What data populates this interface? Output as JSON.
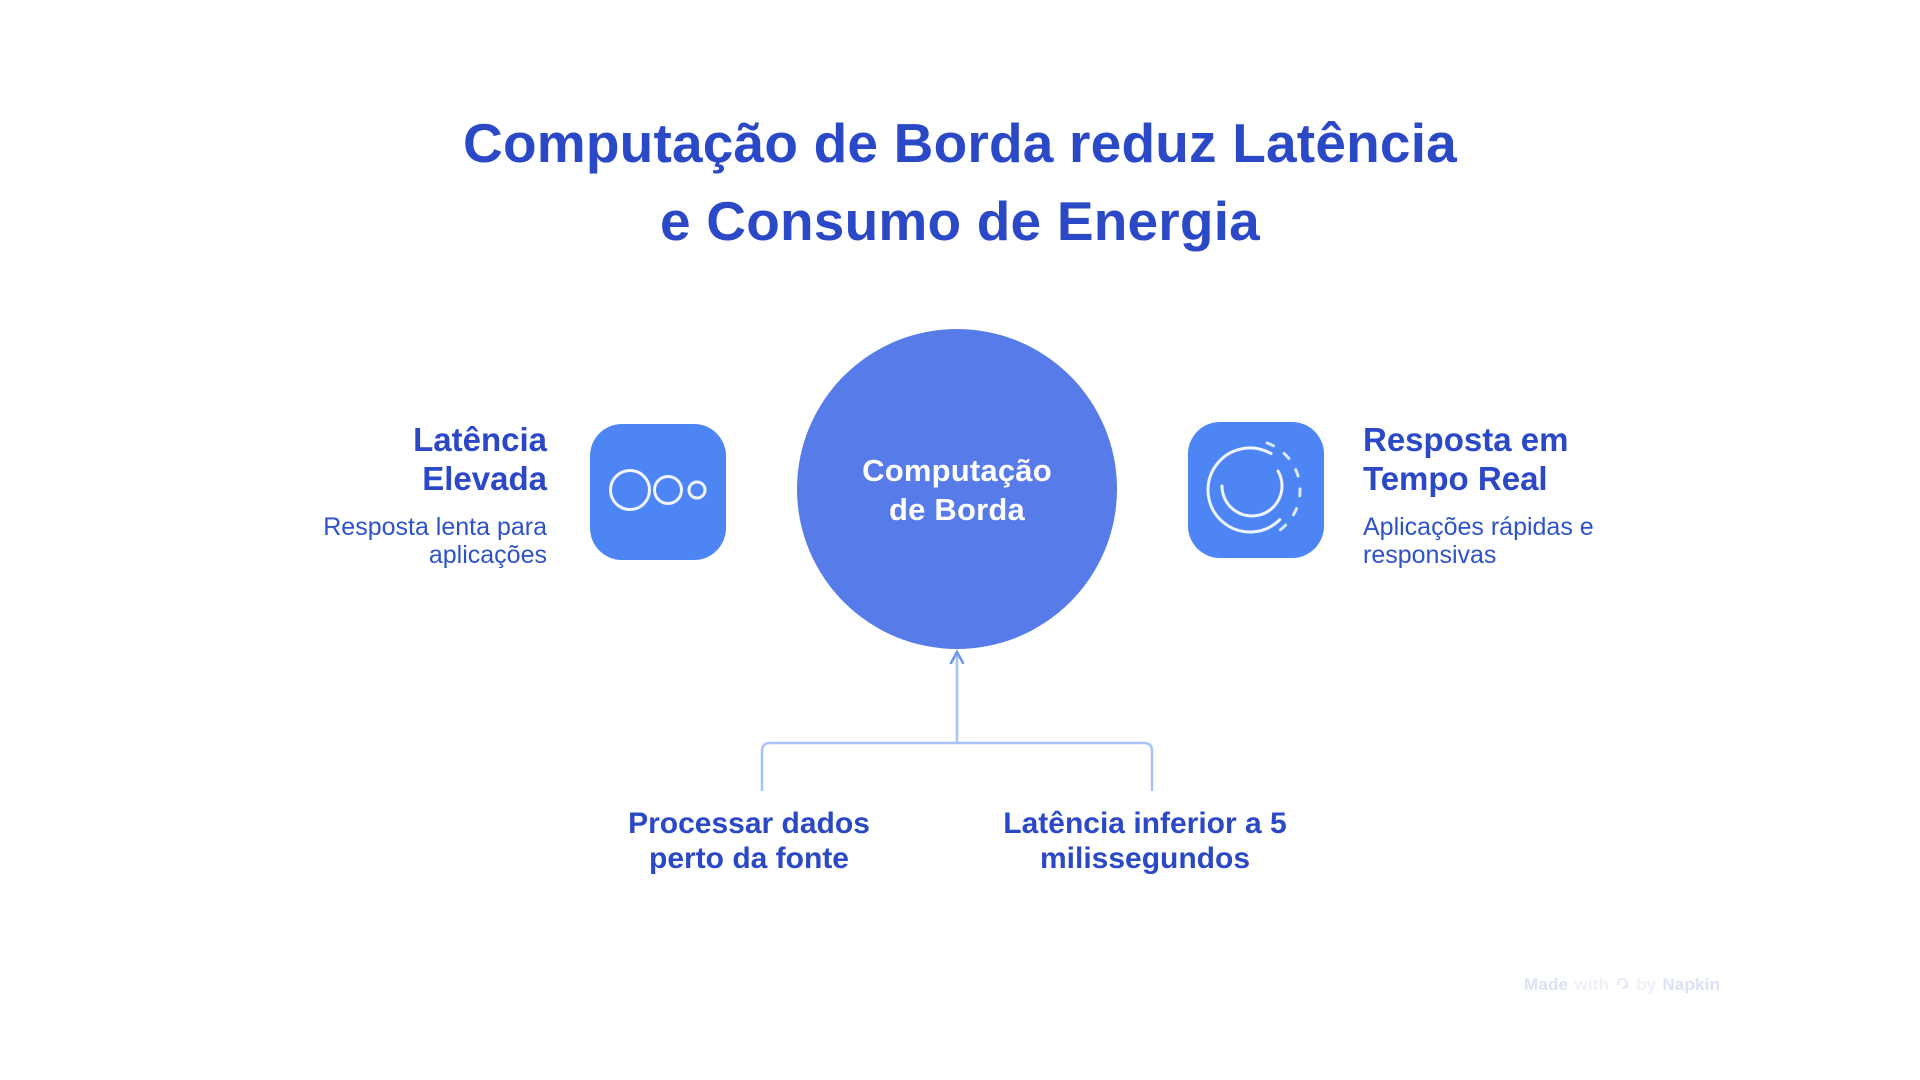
{
  "title": {
    "line1": "Computação de Borda reduz Latência",
    "line2": "e Consumo de Energia"
  },
  "center_node": {
    "label": "Computação de Borda"
  },
  "left_item": {
    "heading": "Latência Elevada",
    "description": "Resposta lenta para aplicações",
    "icon": "three-dots-shrinking-icon"
  },
  "right_item": {
    "heading": "Resposta em Tempo Real",
    "description": "Aplicações rápidas e responsivas",
    "icon": "realtime-loop-icon"
  },
  "outcomes": [
    {
      "label": "Processar dados perto da fonte"
    },
    {
      "label": "Latência inferior a 5 milissegundos"
    }
  ],
  "watermark": {
    "made": "Made",
    "with": "with",
    "by": "by",
    "brand": "Napkin"
  },
  "colors": {
    "heading-text": "#2b48c6",
    "body-text": "#2e52c8",
    "node-fill": "#577be8",
    "icon-fill": "#4d86f4",
    "icon-stroke": "#ffffff",
    "connector-line": "#a6c3f7",
    "connector-arrow": "#6b93ef",
    "watermark-text": "#dce2f5"
  }
}
